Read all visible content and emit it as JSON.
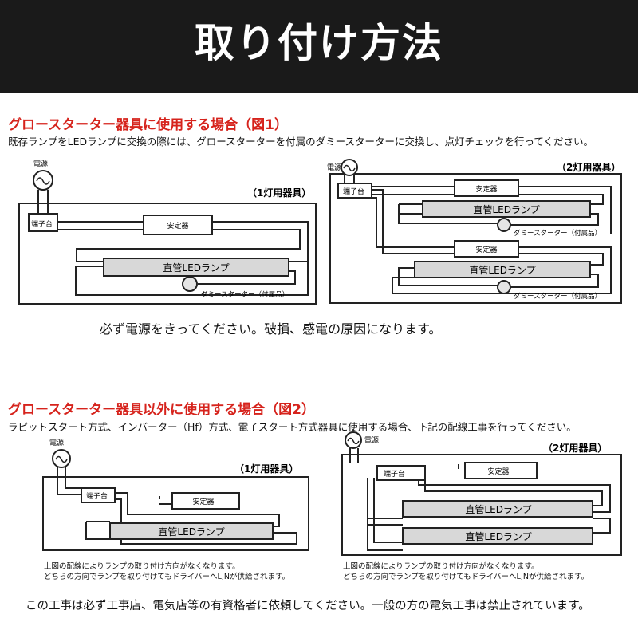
{
  "title": "取り付け方法",
  "section1": {
    "heading": "グロースターター器具に使用する場合（図1）",
    "description": "既存ランプをLEDランプに交換の際には、グロースターターを付属のダミースターターに交換し、点灯チェックを行ってください。",
    "left": {
      "label": "（1灯用器具）",
      "power": "電源",
      "terminal": "端子台",
      "ballast": "安定器",
      "lamp": "直管LEDランプ",
      "starter": "ダミースターター（付属品）"
    },
    "right": {
      "label": "（2灯用器具）",
      "power": "電源",
      "terminal": "端子台",
      "ballast1": "安定器",
      "ballast2": "安定器",
      "lamp1": "直管LEDランプ",
      "lamp2": "直管LEDランプ",
      "starter1": "ダミースターター（付属品）",
      "starter2": "ダミースターター（付属品）"
    },
    "warning": "必ず電源をきってください。破損、感電の原因になります。"
  },
  "section2": {
    "heading": "グロースターター器具以外に使用する場合（図2）",
    "description": "ラピットスタート方式、インバーター（Hf）方式、電子スタート方式器具に使用する場合、下記の配線工事を行ってください。",
    "left": {
      "label": "（1灯用器具）",
      "power": "電源",
      "terminal": "端子台",
      "ballast": "安定器",
      "lamp": "直管LEDランプ",
      "note1": "上図の配線によりランプの取り付け方向がなくなります。",
      "note2": "どちらの方向でランプを取り付けてもドライバーへL,Nが供給されます。"
    },
    "right": {
      "label": "（2灯用器具）",
      "power": "電源",
      "terminal": "端子台",
      "ballast": "安定器",
      "lamp1": "直管LEDランプ",
      "lamp2": "直管LEDランプ",
      "note1": "上図の配線によりランプの取り付け方向がなくなります。",
      "note2": "どちらの方向でランプを取り付けてもドライバーへL,Nが供給されます。"
    }
  },
  "footer": "この工事は必ず工事店、電気店等の有資格者に依頼してください。一般の方の電気工事は禁止されています。",
  "colors": {
    "header_bg": "#1a1a1a",
    "heading_red": "#d6231c",
    "lamp_fill": "#d8d8d8"
  }
}
